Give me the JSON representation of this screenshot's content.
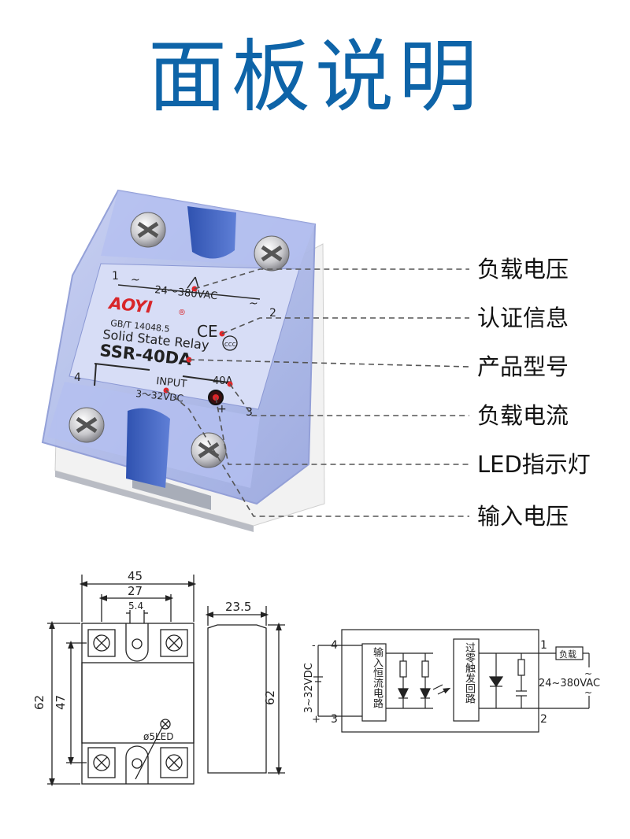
{
  "title": "面板说明",
  "product": {
    "brand": "AOYI",
    "registered_mark": "®",
    "standard": "GB/T 14048.5",
    "type_line": "Solid State Relay",
    "model": "SSR-40DA",
    "load_voltage": "24～380VAC",
    "load_current": "40A",
    "input_label": "INPUT",
    "input_voltage": "3～32VDC",
    "terminal_1": "1",
    "terminal_2": "2",
    "terminal_3": "3",
    "terminal_4": "4",
    "ce_mark": "CE",
    "ccc_mark": "CCC",
    "minus_sign": "—",
    "plus_sign": "+",
    "tilde_1": "~",
    "tilde_2": "~"
  },
  "callouts": [
    {
      "label": "负载电压"
    },
    {
      "label": "认证信息"
    },
    {
      "label": "产品型号"
    },
    {
      "label": "负载电流"
    },
    {
      "label": "LED指示灯"
    },
    {
      "label": "输入电压"
    }
  ],
  "dimensions": {
    "width_total": "45",
    "width_screws": "27",
    "width_center": "5.4",
    "height_total": "62",
    "height_inner": "47",
    "led_label": "ø5LED",
    "depth": "23.5",
    "side_height": "62"
  },
  "circuit": {
    "t4": "4",
    "t3": "3",
    "t1": "1",
    "t2": "2",
    "minus": "-",
    "plus": "+",
    "input_range": "3~32VDC",
    "block1": "输入恒流电路",
    "block2": "过零触发回路",
    "load": "负载",
    "ac_range": "24~380VAC",
    "tilde": "~"
  },
  "colors": {
    "title_blue": "#0e64a8",
    "cover_blue": "#a9b6e6",
    "brand_red": "#d8262a",
    "dimension_line": "#222222"
  }
}
